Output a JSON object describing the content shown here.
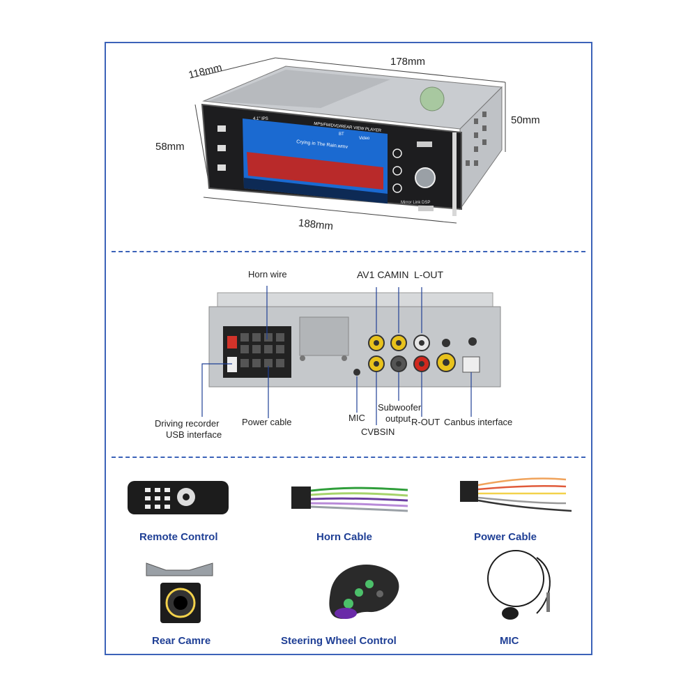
{
  "dimensions": {
    "depth": "118mm",
    "width_top": "178mm",
    "height_back": "50mm",
    "height_front": "58mm",
    "width_front": "188mm"
  },
  "screen": {
    "title_line": "MP5/FM/DVD/REAR VIEW PLAYER",
    "size_label": "4.1\" IPS",
    "video_label": "Video",
    "track": "Crying in The Rain.wmv",
    "bt_label": "BT",
    "brand_small": "Mirror Link  DSP"
  },
  "rear_labels": {
    "horn_wire": "Horn wire",
    "av1_camin": "AV1 CAMIN",
    "l_out": "L-OUT",
    "power_cable": "Power cable",
    "driving_recorder": "Driving recorder",
    "usb_interface": "USB interface",
    "mic": "MIC",
    "cvbsin": "CVBSIN",
    "subwoofer": "Subwoofer",
    "output": "output",
    "r_out": "R-OUT",
    "canbus": "Canbus interface"
  },
  "accessories": [
    {
      "label": "Remote Control"
    },
    {
      "label": "Horn Cable"
    },
    {
      "label": "Power Cable"
    },
    {
      "label": "Rear Camre"
    },
    {
      "label": "Steering Wheel Control"
    },
    {
      "label": "MIC"
    }
  ],
  "colors": {
    "frame": "#3b62b8",
    "accent_text": "#1f3f95",
    "rca_yellow": "#e8c21c",
    "rca_red": "#d0281e",
    "rca_white": "#e6e6e6",
    "screen_blue": "#1b6ad1"
  }
}
